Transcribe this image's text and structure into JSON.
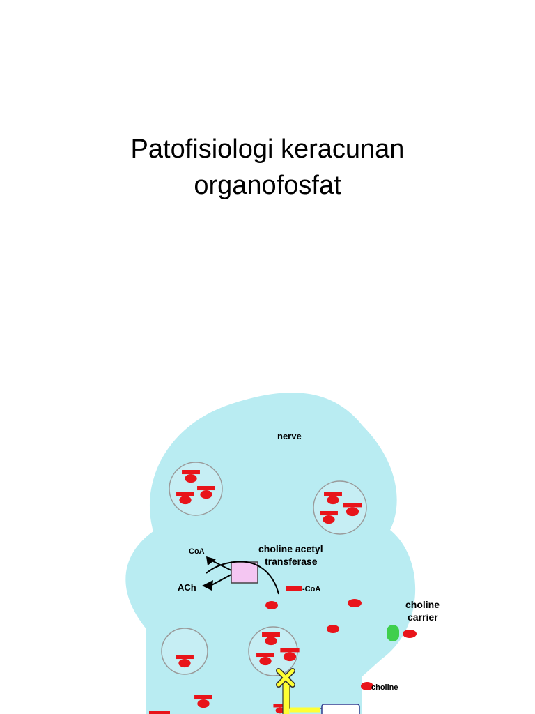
{
  "title": {
    "line1": "Patofisiologi keracunan",
    "line2": "organofosfat"
  },
  "diagram": {
    "labels": {
      "nerve": "nerve",
      "coa": "CoA",
      "enzyme_line1": "choline acetyl",
      "enzyme_line2": "transferase",
      "ach": "ACh",
      "acetyl_coa": "-CoA",
      "carrier_line1": "choline",
      "carrier_line2": "carrier",
      "choline": "choline"
    },
    "colors": {
      "cell": "#b9ecf2",
      "vesicle": "#c6eef4",
      "molecule": "#e8141a",
      "enzyme": "#f4c6f2",
      "carrier": "#3fcf4d",
      "inhibitor": "#ffff33"
    }
  }
}
